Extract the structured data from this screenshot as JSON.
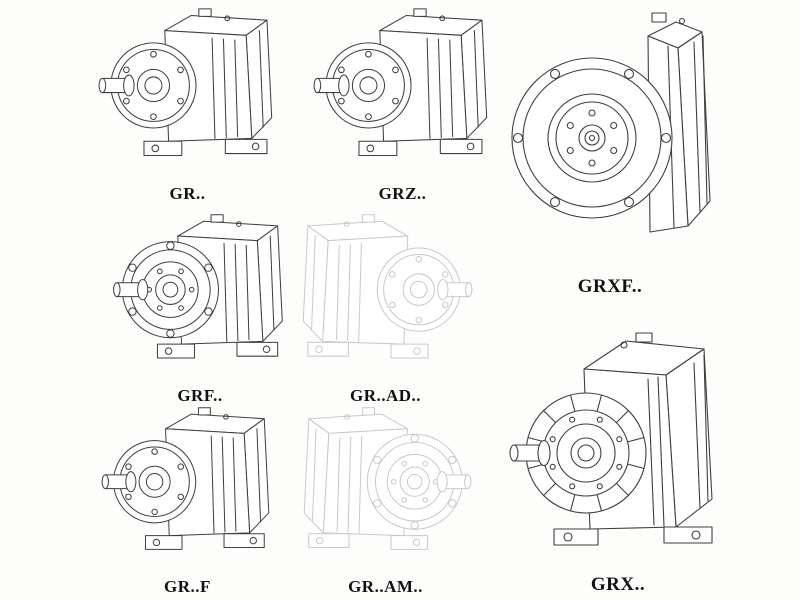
{
  "page": {
    "background": "#fdfdfb",
    "line_color": "#3f3f3f",
    "ghost_color": "#c9c9c9",
    "label_color": "#111111"
  },
  "figures": [
    {
      "id": "gr",
      "label": "GR..",
      "rendering": "solid"
    },
    {
      "id": "grz",
      "label": "GRZ..",
      "rendering": "solid"
    },
    {
      "id": "grxf",
      "label": "GRXF..",
      "rendering": "solid"
    },
    {
      "id": "grf",
      "label": "GRF..",
      "rendering": "solid"
    },
    {
      "id": "grad",
      "label": "GR..AD..",
      "rendering": "phantom"
    },
    {
      "id": "grff",
      "label": "GR..F",
      "rendering": "solid"
    },
    {
      "id": "gram",
      "label": "GR..AM..",
      "rendering": "phantom"
    },
    {
      "id": "grx",
      "label": "GRX..",
      "rendering": "solid"
    }
  ]
}
